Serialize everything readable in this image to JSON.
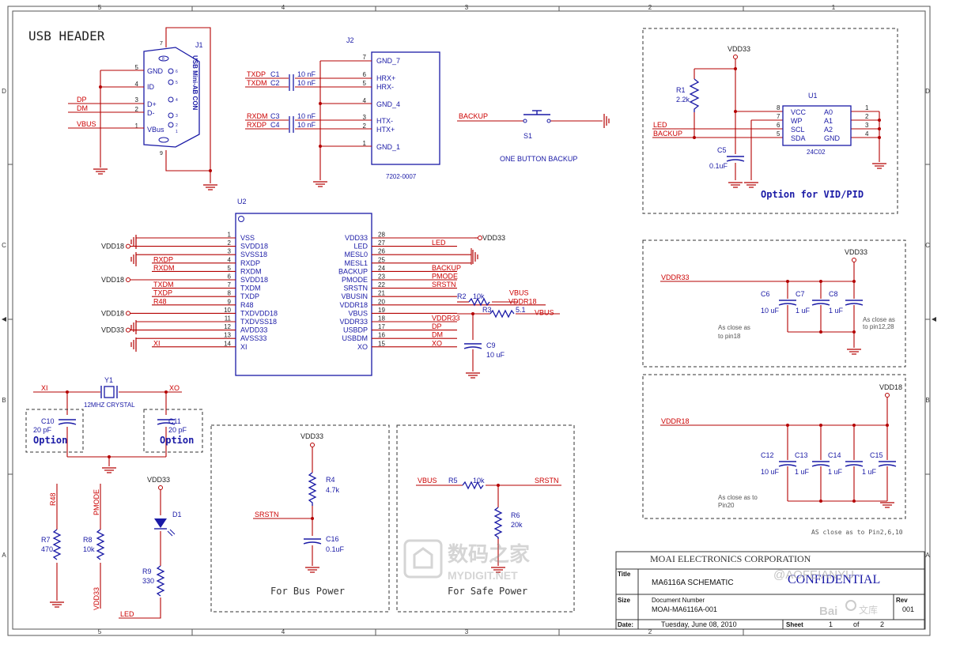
{
  "frame": {
    "col_labels": [
      "5",
      "4",
      "3",
      "2",
      "1"
    ],
    "row_labels": [
      "D",
      "C",
      "B",
      "A"
    ]
  },
  "usb": {
    "title": "USB HEADER",
    "ref": "J1",
    "conn_label": "USB Mini-AB CON",
    "pins": [
      {
        "num": "5",
        "name": "GND"
      },
      {
        "num": "4",
        "name": "ID"
      },
      {
        "num": "3",
        "name": "D+"
      },
      {
        "num": "2",
        "name": "D-"
      },
      {
        "num": "1",
        "name": "VBus"
      }
    ],
    "nets": [
      "DP",
      "DM",
      "VBUS"
    ],
    "shell_pins": [
      "7",
      "6",
      "5",
      "4",
      "3",
      "2",
      "1",
      "8",
      "9"
    ]
  },
  "j2": {
    "ref": "J2",
    "part": "7202-0007",
    "pins": [
      {
        "num": "7",
        "name": "GND_7"
      },
      {
        "num": "6",
        "name": "HRX+"
      },
      {
        "num": "5",
        "name": "HRX-"
      },
      {
        "num": "4",
        "name": "GND_4"
      },
      {
        "num": "3",
        "name": "HTX-"
      },
      {
        "num": "2",
        "name": "HTX+"
      },
      {
        "num": "1",
        "name": "GND_1"
      }
    ],
    "caps": [
      {
        "net": "TXDP",
        "ref": "C1",
        "val": "10 nF"
      },
      {
        "net": "TXDM",
        "ref": "C2",
        "val": "10 nF"
      },
      {
        "net": "RXDM",
        "ref": "C3",
        "val": "10 nF"
      },
      {
        "net": "RXDP",
        "ref": "C4",
        "val": "10 nF"
      }
    ]
  },
  "s1": {
    "net": "BACKUP",
    "ref": "S1",
    "caption": "ONE BUTTON BACKUP"
  },
  "u1": {
    "vdd": "VDD33",
    "r1_ref": "R1",
    "r1_val": "2.2k",
    "c5_ref": "C5",
    "c5_val": "0.1uF",
    "ref": "U1",
    "part": "24C02",
    "left": [
      {
        "num": "8",
        "name": "VCC"
      },
      {
        "num": "7",
        "name": "WP"
      },
      {
        "num": "6",
        "name": "SCL"
      },
      {
        "num": "5",
        "name": "SDA"
      }
    ],
    "right": [
      {
        "num": "1",
        "name": "A0"
      },
      {
        "num": "2",
        "name": "A1"
      },
      {
        "num": "3",
        "name": "A2"
      },
      {
        "num": "4",
        "name": "GND"
      }
    ],
    "nets": [
      "LED",
      "BACKUP"
    ],
    "caption": "Option for VID/PID"
  },
  "u2": {
    "ref": "U2",
    "left": [
      {
        "num": "1",
        "name": "VSS",
        "net": ""
      },
      {
        "num": "2",
        "name": "SVDD18",
        "net": "VDD18"
      },
      {
        "num": "3",
        "name": "SVSS18",
        "net": ""
      },
      {
        "num": "4",
        "name": "RXDP",
        "net": "RXDP"
      },
      {
        "num": "5",
        "name": "RXDM",
        "net": "RXDM"
      },
      {
        "num": "6",
        "name": "SVDD18",
        "net": "VDD18"
      },
      {
        "num": "7",
        "name": "TXDM",
        "net": "TXDM"
      },
      {
        "num": "8",
        "name": "TXDP",
        "net": "TXDP"
      },
      {
        "num": "9",
        "name": "R48",
        "net": "R48"
      },
      {
        "num": "10",
        "name": "TXDVDD18",
        "net": "VDD18"
      },
      {
        "num": "11",
        "name": "TXDVSS18",
        "net": ""
      },
      {
        "num": "12",
        "name": "AVDD33",
        "net": "VDD33"
      },
      {
        "num": "13",
        "name": "AVSS33",
        "net": ""
      },
      {
        "num": "14",
        "name": "XI",
        "net": "XI"
      }
    ],
    "right": [
      {
        "num": "28",
        "name": "VDD33",
        "net": "VDD33"
      },
      {
        "num": "27",
        "name": "LED",
        "net": "LED"
      },
      {
        "num": "26",
        "name": "MESL0",
        "net": ""
      },
      {
        "num": "25",
        "name": "MESL1",
        "net": ""
      },
      {
        "num": "24",
        "name": "BACKUP",
        "net": "BACKUP"
      },
      {
        "num": "23",
        "name": "PMODE",
        "net": "PMODE"
      },
      {
        "num": "22",
        "name": "SRSTN",
        "net": "SRSTN"
      },
      {
        "num": "21",
        "name": "VBUSIN",
        "net": "VBUS"
      },
      {
        "num": "20",
        "name": "VDDR18",
        "net": "VDDR18"
      },
      {
        "num": "19",
        "name": "VBUS",
        "net": "VBUS"
      },
      {
        "num": "18",
        "name": "VDDR33",
        "net": "VDDR33"
      },
      {
        "num": "17",
        "name": "USBDP",
        "net": "DP"
      },
      {
        "num": "16",
        "name": "USBDM",
        "net": "DM"
      },
      {
        "num": "15",
        "name": "XO",
        "net": "XO"
      }
    ],
    "r2_ref": "R2",
    "r2_val": "10k",
    "r3_ref": "R3",
    "r3_val": "5.1",
    "c9_ref": "C9",
    "c9_val": "10 uF"
  },
  "vddr33": {
    "net": "VDDR33",
    "vdd": "VDD33",
    "caps": [
      {
        "ref": "C6",
        "val": "10 uF"
      },
      {
        "ref": "C7",
        "val": "1 uF"
      },
      {
        "ref": "C8",
        "val": "1 uF"
      }
    ],
    "note1": [
      "As close as",
      "to pin18"
    ],
    "note2": [
      "As close as",
      "to pin12,28"
    ]
  },
  "vddr18": {
    "net": "VDDR18",
    "vdd": "VDD18",
    "caps": [
      {
        "ref": "C12",
        "val": "10 uF"
      },
      {
        "ref": "C13",
        "val": "1 uF"
      },
      {
        "ref": "C14",
        "val": "1 uF"
      },
      {
        "ref": "C15",
        "val": "1 uF"
      }
    ],
    "note1": [
      "As close as to",
      "Pin20"
    ],
    "note2": "AS close as to Pin2,6,10"
  },
  "crystal": {
    "ref": "Y1",
    "part": "12MHZ CRYSTAL",
    "xi": "XI",
    "xo": "XO",
    "c10_ref": "C10",
    "c10_val": "20 pF",
    "c11_ref": "C11",
    "c11_val": "20 pF",
    "option": "Option"
  },
  "leds": {
    "r7_net": "R48",
    "r7_ref": "R7",
    "r7_val": "470",
    "r8_net": "PMODE",
    "r8_ref": "R8",
    "r8_val": "10k",
    "r8_bot": "VDD33",
    "d1_vdd": "VDD33",
    "d1_ref": "D1",
    "r9_ref": "R9",
    "r9_val": "330",
    "led_net": "LED"
  },
  "buspower": {
    "vdd": "VDD33",
    "r4_ref": "R4",
    "r4_val": "4.7k",
    "net": "SRSTN",
    "c16_ref": "C16",
    "c16_val": "0.1uF",
    "caption": "For Bus Power"
  },
  "safepower": {
    "vbus": "VBUS",
    "r5_ref": "R5",
    "r5_val": "10k",
    "net": "SRSTN",
    "r6_ref": "R6",
    "r6_val": "20k",
    "caption": "For Safe Power"
  },
  "titleblock": {
    "company": "MOAI ELECTRONICS CORPORATION",
    "title_label": "Title",
    "title": "MA6116A  SCHEMATIC",
    "confidential": "CONFIDENTIAL",
    "size_label": "Size",
    "docnum_label": "Document Number",
    "docnum": "MOAI-MA6116A-001",
    "rev_label": "Rev",
    "rev": "001",
    "date_label": "Date:",
    "date": "Tuesday, June 08, 2010",
    "sheet_label": "Sheet",
    "sheet": "1",
    "of_label": "of",
    "sheets": "2"
  },
  "watermarks": {
    "site_cn": "数码之家",
    "site_en": "MYDIGIT.NET",
    "user": "@AOFEIANYU",
    "baidu": "Bai",
    "baidu2": "文库"
  },
  "colors": {
    "wire": "#b40000",
    "label": "#1a1aa6",
    "net": "#cc0000",
    "frame": "#555555"
  }
}
